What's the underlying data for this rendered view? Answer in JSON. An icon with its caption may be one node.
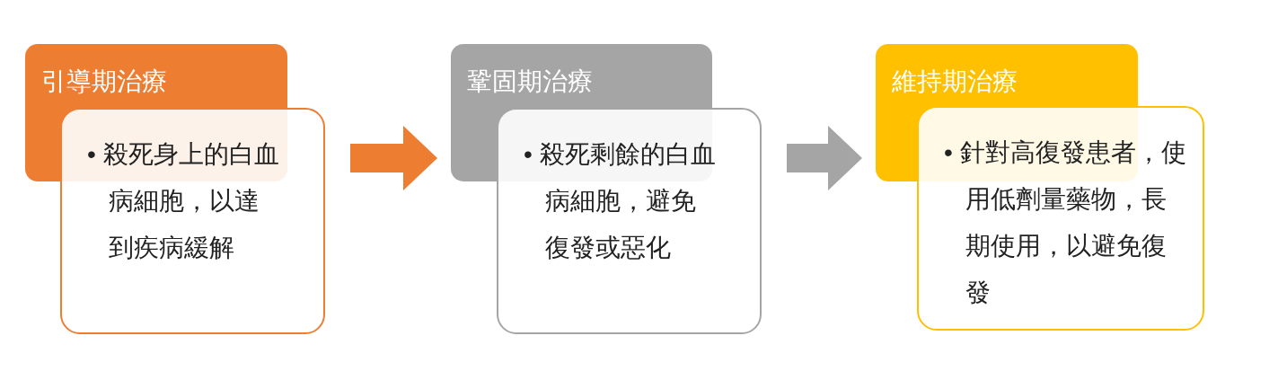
{
  "diagram": {
    "nodes": [
      {
        "text": [
          "引導期治療"
        ]
      },
      {
        "text": [
          "• 殺死身上的白血病細胞，以達到疾病緩解"
        ]
      },
      {
        "text": [
          "鞏固期治療"
        ]
      },
      {
        "text": [
          "• 殺死剩餘的白血病細胞，避免復發或惡化"
        ]
      },
      {
        "text": [
          "維持期治療"
        ]
      },
      {
        "text": [
          "• 針對高復發患者，使用低劑量藥物，長期使用，以避免復發"
        ]
      }
    ],
    "edges": [
      {
        "from": 1,
        "to": 2,
        "arrow": "to",
        "style": "thick",
        "color": "#ed7d31"
      },
      {
        "from": 3,
        "to": 4,
        "arrow": "to",
        "style": "thick",
        "color": "#a5a5a5"
      }
    ]
  }
}
